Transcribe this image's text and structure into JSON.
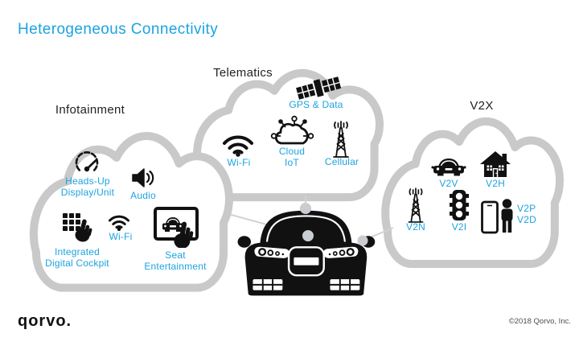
{
  "page": {
    "title": "Heterogeneous Connectivity",
    "logo": "qorvo.",
    "copyright": "©2018 Qorvo, Inc."
  },
  "colors": {
    "accent_blue": "#1CA3E0",
    "cloud_gray": "#C9C9C9",
    "connector_gray": "#CFD2D5",
    "ink": "#231F20"
  },
  "clouds": {
    "infotainment": {
      "label": "Infotainment",
      "items": [
        {
          "icon": "speedometer-icon",
          "lines": [
            "Heads-Up",
            "Display/Unit"
          ]
        },
        {
          "icon": "speaker-icon",
          "lines": [
            "Audio"
          ]
        },
        {
          "icon": "keypad-touch-icon",
          "lines": [
            "Integrated",
            "Digital Cockpit"
          ]
        },
        {
          "icon": "wifi-icon",
          "lines": [
            "Wi-Fi"
          ]
        },
        {
          "icon": "tablet-touch-icon",
          "lines": [
            "Seat",
            "Entertainment"
          ]
        }
      ]
    },
    "telematics": {
      "label": "Telematics",
      "items": [
        {
          "icon": "satellite-icon",
          "lines": [
            "GPS & Data"
          ]
        },
        {
          "icon": "wifi-icon",
          "lines": [
            "Wi-Fi"
          ]
        },
        {
          "icon": "cloud-iot-icon",
          "lines": [
            "Cloud",
            "IoT"
          ]
        },
        {
          "icon": "cell-tower-icon",
          "lines": [
            "Cellular"
          ]
        }
      ]
    },
    "v2x": {
      "label": "V2X",
      "items": [
        {
          "icon": "car-icon",
          "lines": [
            "V2V"
          ]
        },
        {
          "icon": "house-icon",
          "lines": [
            "V2H"
          ]
        },
        {
          "icon": "cell-tower-icon",
          "lines": [
            "V2N"
          ]
        },
        {
          "icon": "traffic-light-icon",
          "lines": [
            "V2I"
          ]
        },
        {
          "icon": "phone-person-icon",
          "lines": [
            "V2P",
            "V2D"
          ]
        }
      ]
    }
  }
}
